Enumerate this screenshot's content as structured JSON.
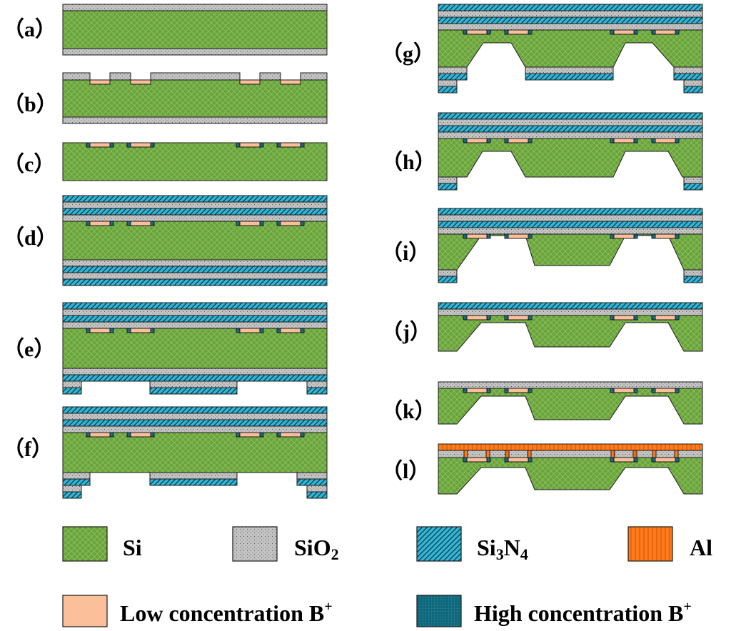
{
  "steps": [
    {
      "label": "（a）"
    },
    {
      "label": "（b）"
    },
    {
      "label": "（c）"
    },
    {
      "label": "（d）"
    },
    {
      "label": "（e）"
    },
    {
      "label": "（f）"
    },
    {
      "label": "（g）"
    },
    {
      "label": "（h）"
    },
    {
      "label": "（i）"
    },
    {
      "label": "（j）"
    },
    {
      "label": "（k）"
    },
    {
      "label": "（l）"
    }
  ],
  "legend": {
    "si": {
      "label": "Si",
      "color": "#6aa33a"
    },
    "sio2": {
      "main": "SiO",
      "sub": "2",
      "color": "#c4c4c4"
    },
    "si3n4": {
      "main1": "Si",
      "sub1": "3",
      "main2": "N",
      "sub2": "4",
      "color": "#33b5d6"
    },
    "al": {
      "label": "Al",
      "color": "#ff7a1a"
    },
    "low_b": {
      "main": "Low concentration B",
      "sup": "+",
      "color": "#fbbf9a"
    },
    "high_b": {
      "main": "High concentration B",
      "sup": "+",
      "color": "#0d6679"
    }
  }
}
